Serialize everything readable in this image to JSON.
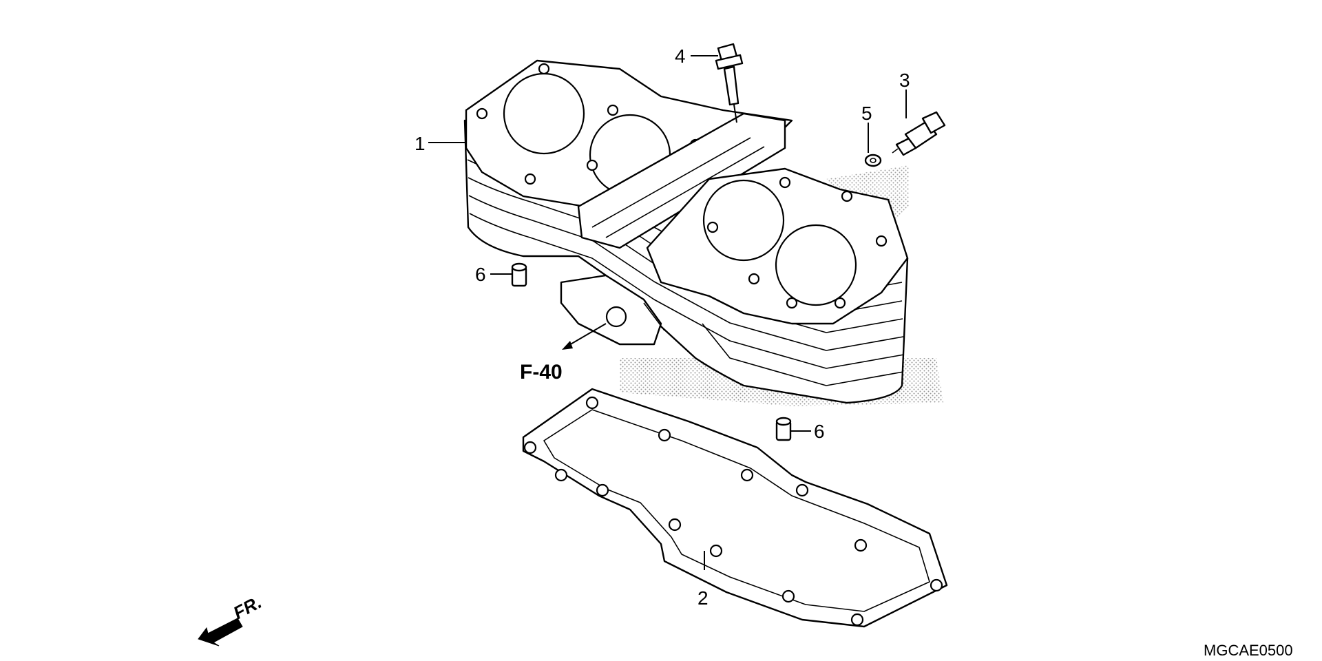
{
  "diagram": {
    "callouts": [
      {
        "id": "1",
        "label": "1"
      },
      {
        "id": "2",
        "label": "2"
      },
      {
        "id": "3",
        "label": "3"
      },
      {
        "id": "4",
        "label": "4"
      },
      {
        "id": "5",
        "label": "5"
      },
      {
        "id": "6a",
        "label": "6"
      },
      {
        "id": "6b",
        "label": "6"
      }
    ],
    "reference": "F-40",
    "front_indicator": "FR.",
    "drawing_code": "MGCAE0500"
  }
}
